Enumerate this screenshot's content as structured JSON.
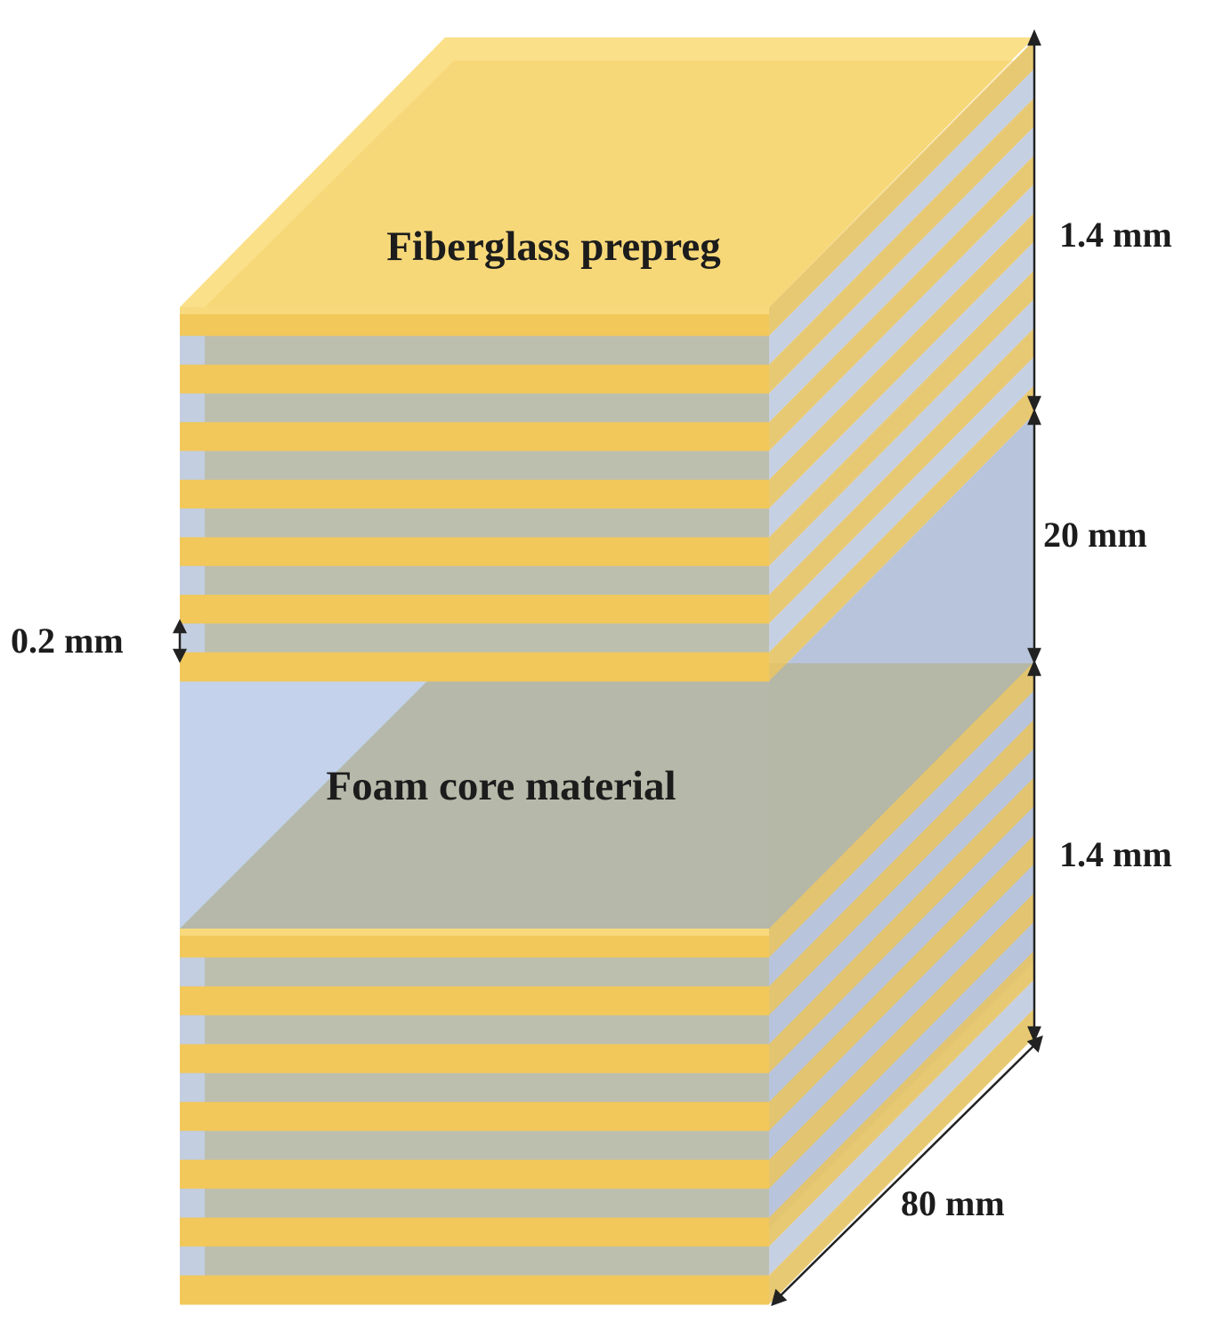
{
  "labels": {
    "fiberglass": "Fiberglass prepreg",
    "foam": "Foam core material"
  },
  "dimensions": {
    "top_skin": "1.4 mm",
    "core": "20 mm",
    "bottom_skin": "1.4 mm",
    "ply": "0.2 mm",
    "depth": "80 mm"
  },
  "colors": {
    "prepreg": "#f2c85a",
    "prepreg_light": "#fbe08a",
    "prepreg_side": "#e6c467",
    "gap": "#bdbfae",
    "foam": "#c4d2ec",
    "foam_top": "#b4b59d",
    "foam_side": "#b8c4dc",
    "dim_line": "#222222"
  }
}
